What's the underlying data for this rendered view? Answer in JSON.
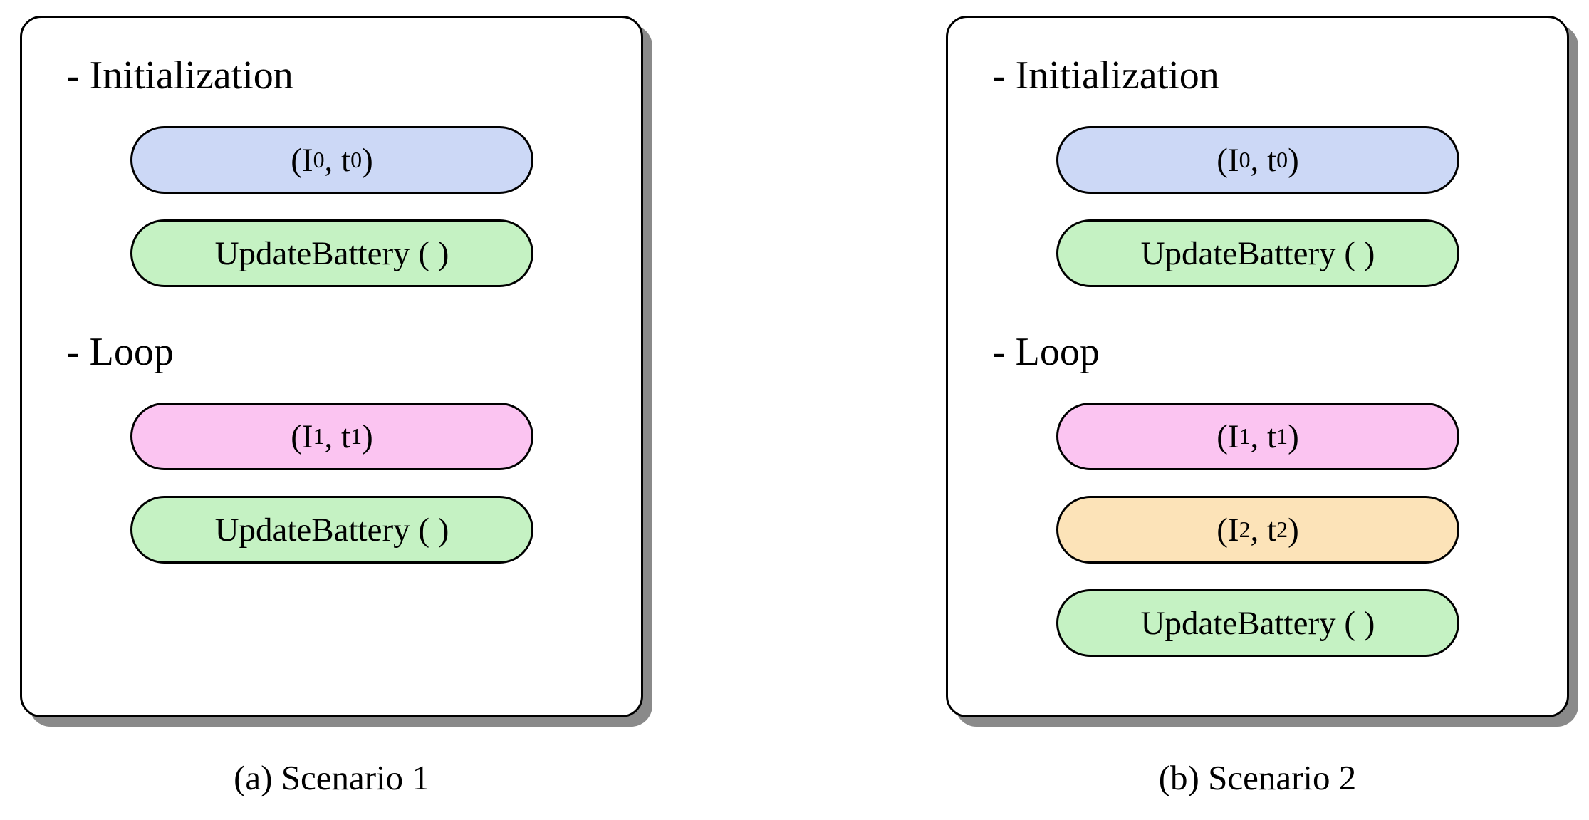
{
  "palette": {
    "blue": "#ccd8f6",
    "green": "#c5f2c3",
    "pink": "#fbc4f1",
    "orange": "#fce3b8",
    "shadow": "#8a8a8a",
    "border": "#000000",
    "background": "#ffffff"
  },
  "panels": [
    {
      "caption": "(a) Scenario 1",
      "sections": [
        {
          "heading": "- Initialization",
          "pills": [
            {
              "name": "pill-i0-t0",
              "color": "blue",
              "segments": [
                [
                  "(I",
                  "txt"
                ],
                [
                  "0",
                  "sub"
                ],
                [
                  ", t",
                  "txt"
                ],
                [
                  "0",
                  "sub"
                ],
                [
                  ")",
                  "txt"
                ]
              ]
            },
            {
              "name": "pill-update-battery",
              "color": "green",
              "segments": [
                [
                  "UpdateBattery ( )",
                  "txt"
                ]
              ]
            }
          ]
        },
        {
          "heading": "- Loop",
          "pills": [
            {
              "name": "pill-i1-t1",
              "color": "pink",
              "segments": [
                [
                  "(I",
                  "txt"
                ],
                [
                  "1",
                  "sub"
                ],
                [
                  ", t",
                  "txt"
                ],
                [
                  "1",
                  "sub"
                ],
                [
                  ")",
                  "txt"
                ]
              ]
            },
            {
              "name": "pill-update-battery",
              "color": "green",
              "segments": [
                [
                  "UpdateBattery ( )",
                  "txt"
                ]
              ]
            }
          ]
        }
      ]
    },
    {
      "caption": "(b) Scenario 2",
      "sections": [
        {
          "heading": "- Initialization",
          "pills": [
            {
              "name": "pill-i0-t0",
              "color": "blue",
              "segments": [
                [
                  "(I",
                  "txt"
                ],
                [
                  "0",
                  "sub"
                ],
                [
                  ", t",
                  "txt"
                ],
                [
                  "0",
                  "sub"
                ],
                [
                  ")",
                  "txt"
                ]
              ]
            },
            {
              "name": "pill-update-battery",
              "color": "green",
              "segments": [
                [
                  "UpdateBattery ( )",
                  "txt"
                ]
              ]
            }
          ]
        },
        {
          "heading": "- Loop",
          "pills": [
            {
              "name": "pill-i1-t1",
              "color": "pink",
              "segments": [
                [
                  "(I",
                  "txt"
                ],
                [
                  "1",
                  "sub"
                ],
                [
                  ", t",
                  "txt"
                ],
                [
                  "1",
                  "sub"
                ],
                [
                  ")",
                  "txt"
                ]
              ]
            },
            {
              "name": "pill-i2-t2",
              "color": "orange",
              "segments": [
                [
                  "(I",
                  "txt"
                ],
                [
                  "2",
                  "sub"
                ],
                [
                  ", t",
                  "txt"
                ],
                [
                  "2",
                  "sub"
                ],
                [
                  ")",
                  "txt"
                ]
              ]
            },
            {
              "name": "pill-update-battery",
              "color": "green",
              "segments": [
                [
                  "UpdateBattery ( )",
                  "txt"
                ]
              ]
            }
          ]
        }
      ]
    }
  ]
}
